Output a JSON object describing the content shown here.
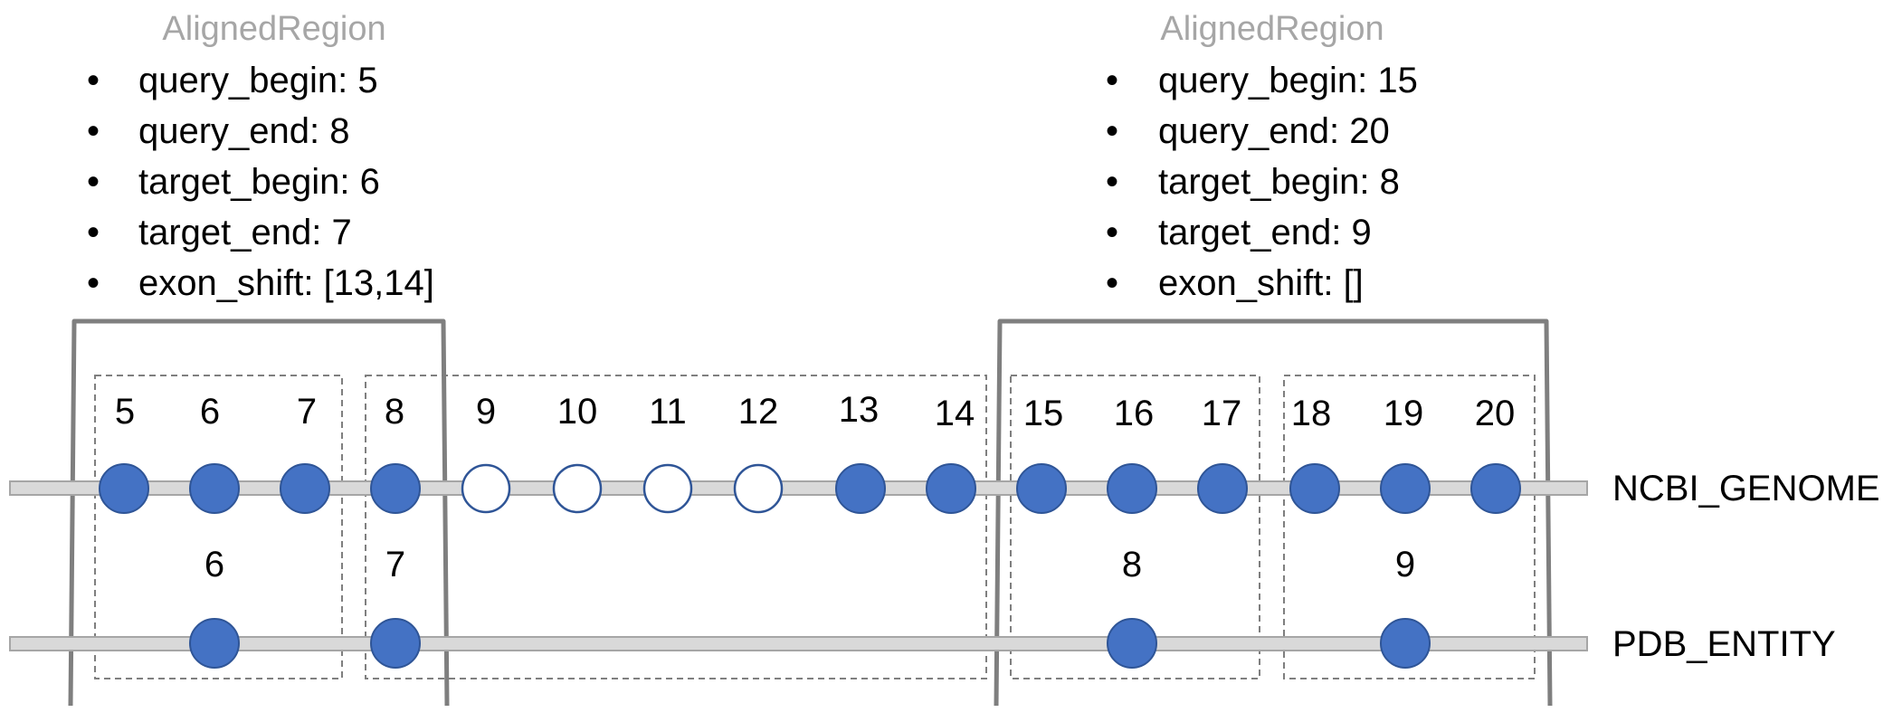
{
  "colors": {
    "dot_fill": "#4472c4",
    "dot_stroke": "#2f5597",
    "track_fill": "#d9d9d9",
    "track_stroke": "#a6a6a6",
    "bracket": "#7f7f7f",
    "dashed_box": "#7f7f7f",
    "title_gray": "#a6a6a6"
  },
  "aligned_regions": [
    {
      "title": "AlignedRegion",
      "props": [
        "query_begin: 5",
        "query_end: 8",
        "target_begin: 6",
        "target_end: 7",
        "exon_shift: [13,14]"
      ]
    },
    {
      "title": "AlignedRegion",
      "props": [
        "query_begin: 15",
        "query_end: 20",
        "target_begin: 8",
        "target_end: 9",
        "exon_shift: []"
      ]
    }
  ],
  "tracks": {
    "genome": {
      "name": "NCBI_GENOME",
      "positions": [
        {
          "label": "5",
          "filled": true
        },
        {
          "label": "6",
          "filled": true
        },
        {
          "label": "7",
          "filled": true
        },
        {
          "label": "8",
          "filled": true
        },
        {
          "label": "9",
          "filled": false
        },
        {
          "label": "10",
          "filled": false
        },
        {
          "label": "11",
          "filled": false
        },
        {
          "label": "12",
          "filled": false
        },
        {
          "label": "13",
          "filled": true
        },
        {
          "label": "14",
          "filled": true
        },
        {
          "label": "15",
          "filled": true
        },
        {
          "label": "16",
          "filled": true
        },
        {
          "label": "17",
          "filled": true
        },
        {
          "label": "18",
          "filled": true
        },
        {
          "label": "19",
          "filled": true
        },
        {
          "label": "20",
          "filled": true
        }
      ]
    },
    "entity": {
      "name": "PDB_ENTITY",
      "positions": [
        {
          "label": "6",
          "genome_index": 1
        },
        {
          "label": "7",
          "genome_index": 3
        },
        {
          "label": "8",
          "genome_index": 11
        },
        {
          "label": "9",
          "genome_index": 14
        }
      ]
    }
  }
}
